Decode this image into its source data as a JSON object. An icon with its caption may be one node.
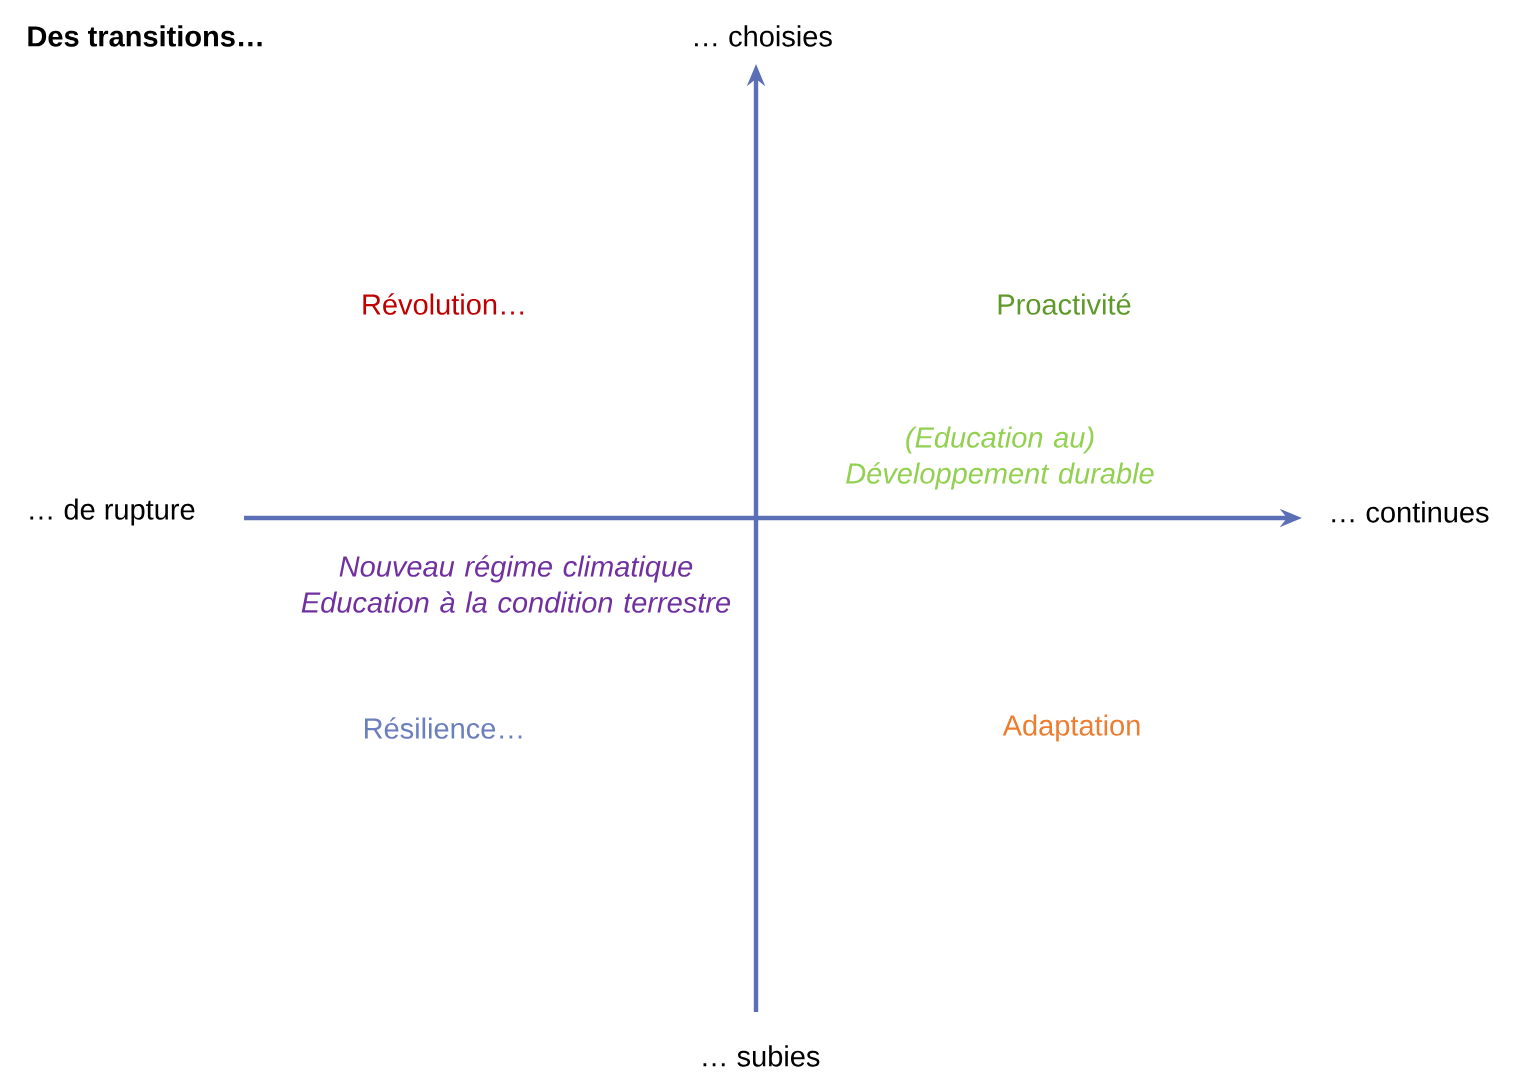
{
  "diagram": {
    "labels": [
      "Des transitions…",
      "… choisies",
      "Révolution…",
      "Proactivité",
      "(Education au) Développement durable",
      "… de rupture",
      "… continues",
      "Nouveau régime climatique Education à la condition terrestre",
      "Résilience…",
      "Adaptation",
      "… subies"
    ]
  }
}
